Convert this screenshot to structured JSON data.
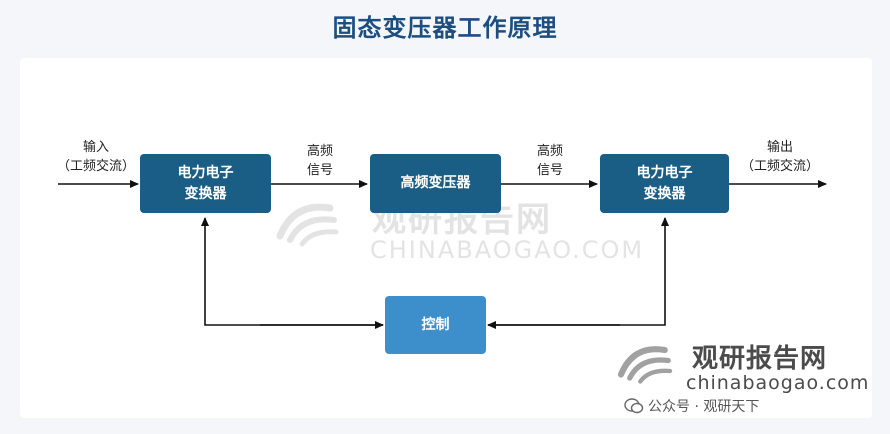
{
  "title": "固态变压器工作原理",
  "nodes": {
    "converter_left": "电力电子\n变换器",
    "hf_transformer": "高频变压器",
    "converter_right": "电力电子\n变换器",
    "control": "控制"
  },
  "labels": {
    "input": "输入\n（工频交流）",
    "hf_signal_1": "高频\n信号",
    "hf_signal_2": "高频\n信号",
    "output": "输出\n（工频交流）"
  },
  "watermark": {
    "center_cn": "观研报告网",
    "center_en": "CHINABAOGAO.COM",
    "corner_cn": "观研报告网",
    "corner_en": "chinabaogao.com",
    "social": "公众号 · 观研天下"
  },
  "colors": {
    "box_dark": "#1b5e85",
    "box_light": "#3d8fcc",
    "title": "#1c4e80",
    "line": "#111111"
  }
}
